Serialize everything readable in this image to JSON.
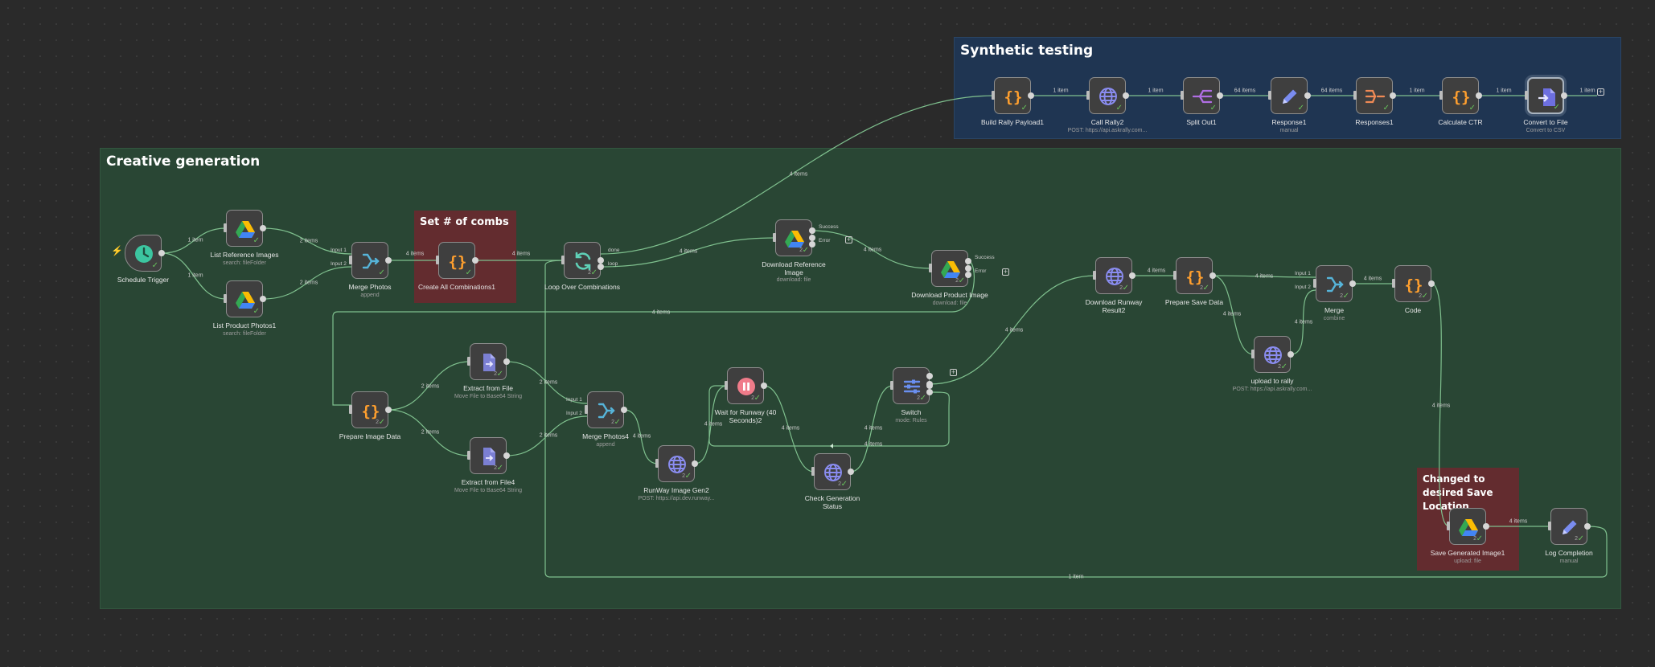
{
  "groups": [
    {
      "id": "creative",
      "title": "Creative generation",
      "small": false
    },
    {
      "id": "synthetic",
      "title": "Synthetic testing",
      "small": false
    },
    {
      "id": "combs",
      "title": "Set # of combs",
      "small": false
    },
    {
      "id": "save",
      "title": "Changed to desired Save Location",
      "small": true
    }
  ],
  "nodes": [
    {
      "id": "trigger",
      "label": "Schedule Trigger",
      "sub": "",
      "icon": "clock-icon",
      "check": "✓",
      "badge": ""
    },
    {
      "id": "listref",
      "label": "List Reference Images",
      "sub": "search: fileFolder",
      "icon": "google-drive-icon",
      "check": "✓",
      "badge": ""
    },
    {
      "id": "listprod",
      "label": "List Product Photos1",
      "sub": "search: fileFolder",
      "icon": "google-drive-icon",
      "check": "✓",
      "badge": ""
    },
    {
      "id": "merge1",
      "label": "Merge Photos",
      "sub": "append",
      "icon": "merge-icon",
      "check": "✓",
      "badge": ""
    },
    {
      "id": "combos",
      "label": "Create All Combinations1",
      "sub": "",
      "icon": "code-icon",
      "check": "✓",
      "badge": ""
    },
    {
      "id": "loop",
      "label": "Loop Over Combinations",
      "sub": "",
      "icon": "loop-icon",
      "check": "✓",
      "badge": "2"
    },
    {
      "id": "dlref",
      "label": "Download Reference Image",
      "sub": "download: file",
      "icon": "google-drive-icon",
      "check": "✓",
      "badge": "2"
    },
    {
      "id": "dlprod",
      "label": "Download Product Image",
      "sub": "download: file",
      "icon": "google-drive-icon",
      "check": "✓",
      "badge": "2"
    },
    {
      "id": "prepimg",
      "label": "Prepare Image Data",
      "sub": "",
      "icon": "code-icon",
      "check": "✓",
      "badge": "2"
    },
    {
      "id": "extract1",
      "label": "Extract from File",
      "sub": "Move File to Base64 String",
      "icon": "file-extract-icon",
      "check": "✓",
      "badge": "2"
    },
    {
      "id": "extract4",
      "label": "Extract from File4",
      "sub": "Move File to Base64 String",
      "icon": "file-extract-icon",
      "check": "✓",
      "badge": "2"
    },
    {
      "id": "merge4",
      "label": "Merge Photos4",
      "sub": "append",
      "icon": "merge-icon",
      "check": "✓",
      "badge": "2"
    },
    {
      "id": "runway",
      "label": "RunWay Image Gen2",
      "sub": "POST: https://api.dev.runway...",
      "icon": "globe-icon",
      "check": "✓",
      "badge": "2"
    },
    {
      "id": "wait",
      "label": "Wait for Runway (40 Seconds)2",
      "sub": "",
      "icon": "pause-icon",
      "check": "✓",
      "badge": "2"
    },
    {
      "id": "check",
      "label": "Check Generation Status",
      "sub": "",
      "icon": "globe-icon",
      "check": "✓",
      "badge": "2"
    },
    {
      "id": "switch",
      "label": "Switch",
      "sub": "mode: Rules",
      "icon": "switch-icon",
      "check": "✓",
      "badge": "2"
    },
    {
      "id": "dlrunway",
      "label": "Download Runway Result2",
      "sub": "",
      "icon": "globe-icon",
      "check": "✓",
      "badge": "2"
    },
    {
      "id": "prepsave",
      "label": "Prepare Save Data",
      "sub": "",
      "icon": "code-icon",
      "check": "✓",
      "badge": "2"
    },
    {
      "id": "upload",
      "label": "upload to rally",
      "sub": "POST: https://api.askrally.com...",
      "icon": "globe-icon",
      "check": "✓",
      "badge": "2"
    },
    {
      "id": "mergec",
      "label": "Merge",
      "sub": "combine",
      "icon": "merge-icon",
      "check": "✓",
      "badge": "2"
    },
    {
      "id": "code",
      "label": "Code",
      "sub": "",
      "icon": "code-icon",
      "check": "✓",
      "badge": "2"
    },
    {
      "id": "savegen",
      "label": "Save Generated Image1",
      "sub": "upload: file",
      "icon": "google-drive-icon",
      "check": "✓",
      "badge": "2"
    },
    {
      "id": "logc",
      "label": "Log Completion",
      "sub": "manual",
      "icon": "pencil-icon",
      "check": "✓",
      "badge": "2"
    },
    {
      "id": "build",
      "label": "Build Rally Payload1",
      "sub": "",
      "icon": "code-icon",
      "check": "✓",
      "badge": ""
    },
    {
      "id": "call",
      "label": "Call Rally2",
      "sub": "POST: https://api.askrally.com...",
      "icon": "globe-icon",
      "check": "✓",
      "badge": ""
    },
    {
      "id": "split",
      "label": "Split Out1",
      "sub": "",
      "icon": "split-icon",
      "check": "✓",
      "badge": ""
    },
    {
      "id": "resp1",
      "label": "Response1",
      "sub": "manual",
      "icon": "pencil-icon",
      "check": "✓",
      "badge": ""
    },
    {
      "id": "resps",
      "label": "Responses1",
      "sub": "",
      "icon": "responses-icon",
      "check": "✓",
      "badge": ""
    },
    {
      "id": "ctr",
      "label": "Calculate CTR",
      "sub": "",
      "icon": "code-icon",
      "check": "✓",
      "badge": ""
    },
    {
      "id": "csv",
      "label": "Convert to File",
      "sub": "Convert to CSV",
      "icon": "convert-file-icon",
      "check": "✓",
      "badge": ""
    }
  ],
  "edges": [
    {
      "id": "e1",
      "label": "1 item"
    },
    {
      "id": "e2",
      "label": "1 item"
    },
    {
      "id": "e3",
      "label": "2 items"
    },
    {
      "id": "e4",
      "label": "2 items"
    },
    {
      "id": "e5",
      "label": "4 items"
    },
    {
      "id": "e6",
      "label": "4 items"
    },
    {
      "id": "e7",
      "label": "4 items"
    },
    {
      "id": "e8",
      "label": "4 items"
    },
    {
      "id": "e9",
      "label": "4 items"
    },
    {
      "id": "e10",
      "label": "4 items"
    },
    {
      "id": "e11",
      "label": "2 items"
    },
    {
      "id": "e12",
      "label": "2 items"
    },
    {
      "id": "e13",
      "label": "2 items"
    },
    {
      "id": "e14",
      "label": "2 items"
    },
    {
      "id": "e15",
      "label": "4 items"
    },
    {
      "id": "e16",
      "label": "4 items"
    },
    {
      "id": "e17",
      "label": "4 items"
    },
    {
      "id": "e18",
      "label": "4 items"
    },
    {
      "id": "e19",
      "label": "4 items"
    },
    {
      "id": "e20",
      "label": "4 items"
    },
    {
      "id": "e21",
      "label": "4 items"
    },
    {
      "id": "e22",
      "label": "4 items"
    },
    {
      "id": "e23",
      "label": "4 items"
    },
    {
      "id": "e24",
      "label": "4 items"
    },
    {
      "id": "e25",
      "label": "4 items"
    },
    {
      "id": "e26",
      "label": "4 items"
    },
    {
      "id": "e27",
      "label": "4 items"
    },
    {
      "id": "e28",
      "label": "1 item"
    },
    {
      "id": "e29",
      "label": "1 item"
    },
    {
      "id": "e30",
      "label": "64 items"
    },
    {
      "id": "e31",
      "label": "64 items"
    },
    {
      "id": "e32",
      "label": "1 item"
    },
    {
      "id": "e33",
      "label": "1 item"
    },
    {
      "id": "e34",
      "label": "1 item"
    }
  ],
  "port_labels": [
    {
      "id": "p_m1_in1",
      "text": "Input 1"
    },
    {
      "id": "p_m1_in2",
      "text": "Input 2"
    },
    {
      "id": "p_loop_done",
      "text": "done"
    },
    {
      "id": "p_loop_loop",
      "text": "loop"
    },
    {
      "id": "p_dlref_success",
      "text": "Success"
    },
    {
      "id": "p_dlref_error",
      "text": "Error"
    },
    {
      "id": "p_dlprod_success",
      "text": "Success"
    },
    {
      "id": "p_dlprod_error",
      "text": "Error"
    },
    {
      "id": "p_m4_in1",
      "text": "Input 1"
    },
    {
      "id": "p_m4_in2",
      "text": "Input 2"
    },
    {
      "id": "p_mc_in1",
      "text": "Input 1"
    },
    {
      "id": "p_mc_in2",
      "text": "Input 2"
    }
  ],
  "colors": {
    "creative_bg": "#294634",
    "synthetic_bg": "#1f3552",
    "combs_bg": "#632c2f",
    "save_bg": "#632c2f",
    "wire": "#7fc08e",
    "node_bg": "#3f3f3f",
    "check": "#67c25c",
    "trigger_bolt": "#e77a3a"
  }
}
